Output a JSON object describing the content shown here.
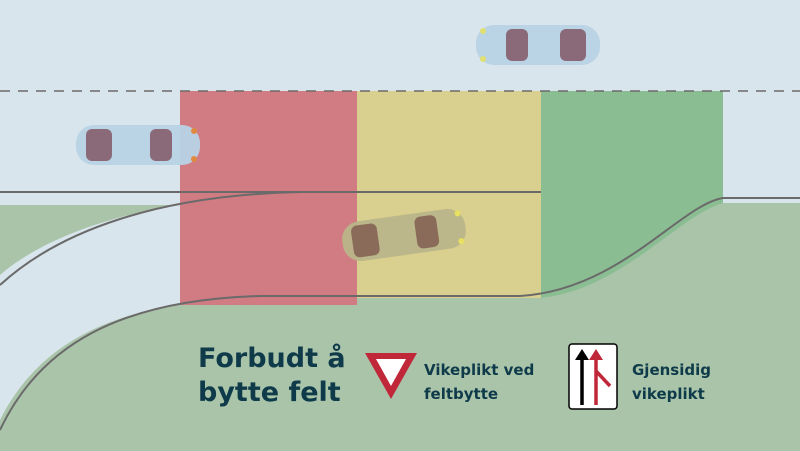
{
  "legend": {
    "title": "Forbudt å bytte felt",
    "title_line1": "Forbudt å",
    "title_line2": "bytte felt",
    "yield_sign_label_line1": "Vikeplikt ved",
    "yield_sign_label_line2": "feltbytte",
    "mutual_sign_label_line1": "Gjensidig",
    "mutual_sign_label_line2": "vikeplikt"
  },
  "colors": {
    "road": "#d9e5ec",
    "grass": "#a9c4a9",
    "zone_forbidden": "#d17b82",
    "zone_yield": "#d9cf8e",
    "zone_mutual": "#8bbd93",
    "text": "#0e3a4a",
    "sign_red": "#c0283a"
  },
  "icons": [
    "car-icon",
    "yield-sign-icon",
    "merging-lanes-sign-icon"
  ]
}
